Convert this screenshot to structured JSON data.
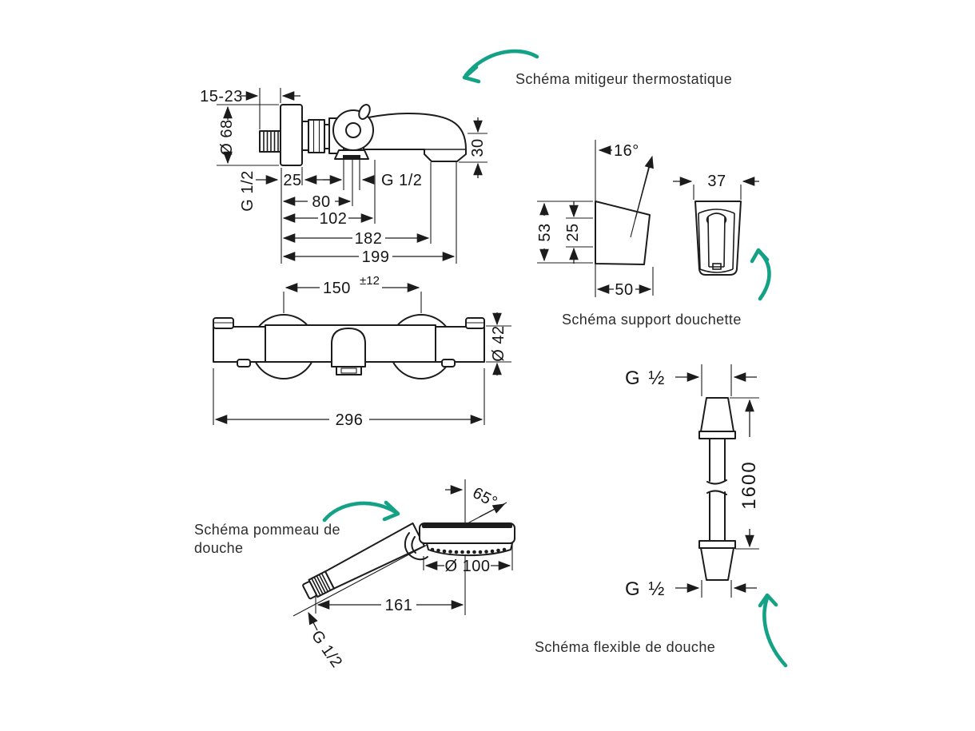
{
  "colors": {
    "ink": "#1c1c1c",
    "accent": "#14a287",
    "background": "#ffffff"
  },
  "labels": {
    "mixer": "Schéma mitigeur thermostatique",
    "holder": "Schéma support douchette",
    "head_line1": "Schéma pommeau de",
    "head_line2": "douche",
    "hose": "Schéma flexible de douche"
  },
  "mixer_side": {
    "wall_depth": "15-23",
    "escutcheon_diameter": "Ø 68",
    "inlet_thread": "G 1/2",
    "plate_width": "25",
    "outlet_thread": "G 1/2",
    "handle_offset": "80",
    "outlet_offset": "102",
    "spout_reach": "182",
    "total_reach": "199",
    "spout_drop": "30"
  },
  "mixer_front": {
    "centers": "150",
    "tolerance": "±12",
    "body_diameter": "Ø 42",
    "total_width": "296"
  },
  "holder": {
    "angle": "16°",
    "height": "53",
    "inset": "25",
    "width": "50",
    "depth": "37"
  },
  "head": {
    "angle": "65°",
    "spray_diameter": "Ø 100",
    "length": "161",
    "thread": "G 1/2"
  },
  "hose": {
    "top_thread": "G ½",
    "length": "1600",
    "bottom_thread": "G ½"
  }
}
